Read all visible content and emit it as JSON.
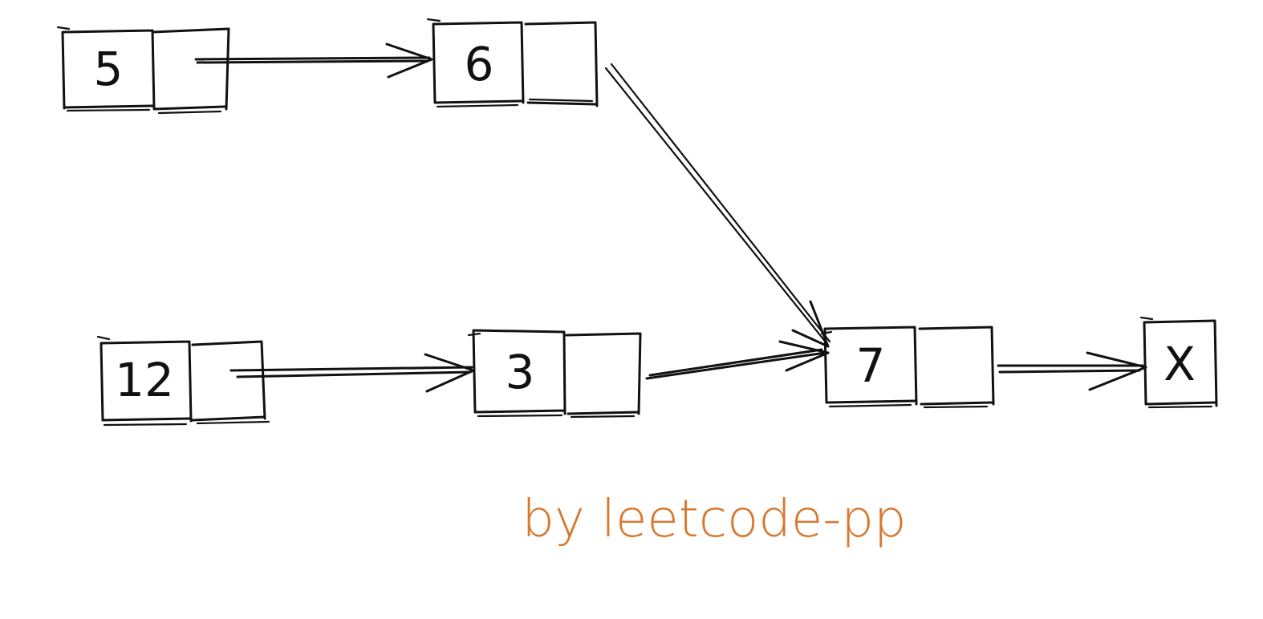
{
  "diagram": {
    "nodes": {
      "n5": {
        "value": "5"
      },
      "n6": {
        "value": "6"
      },
      "n12": {
        "value": "12"
      },
      "n3": {
        "value": "3"
      },
      "n7": {
        "value": "7"
      },
      "nx": {
        "value": "X"
      }
    },
    "edges": [
      {
        "from": "5",
        "to": "6"
      },
      {
        "from": "6",
        "to": "7"
      },
      {
        "from": "12",
        "to": "3"
      },
      {
        "from": "3",
        "to": "7"
      },
      {
        "from": "7",
        "to": "X"
      }
    ],
    "credit": "by leetcode-pp"
  },
  "colors": {
    "ink": "#111111",
    "credit": "#d9782f",
    "background": "#ffffff"
  }
}
